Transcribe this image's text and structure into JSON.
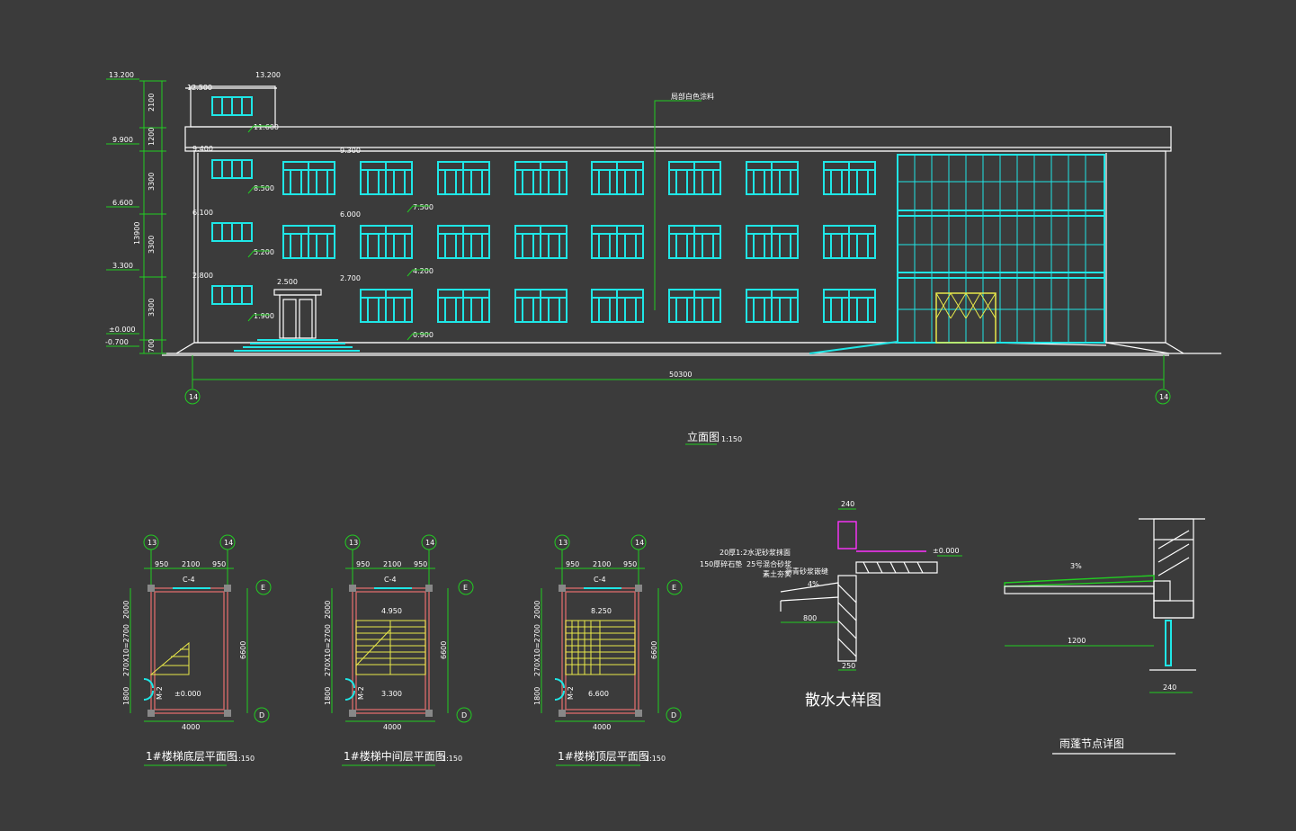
{
  "elevation": {
    "title": "立面图",
    "scale": "1:150",
    "overall_width": "50300",
    "axis_left": "14",
    "axis_right": "14",
    "note": "局部白色涂料",
    "levels_left": [
      "13.200",
      "9.900",
      "6.600",
      "3.300",
      "±0.000",
      "-0.700"
    ],
    "dims_left": [
      "2100",
      "1200",
      "3300",
      "13900",
      "3300",
      "3300",
      "700"
    ],
    "marks": [
      "12.500",
      "13.200",
      "11.600",
      "9.400",
      "9.300",
      "8.500",
      "7.500",
      "6.100",
      "6.000",
      "5.200",
      "4.200",
      "2.800",
      "2.700",
      "2.500",
      "1.900",
      "0.900"
    ]
  },
  "stair_plans": [
    {
      "title": "1#楼梯底层平面图",
      "scale": "1:150",
      "level": "±0.000",
      "axis_a": "13",
      "axis_b": "14",
      "axis_c": "E",
      "axis_d": "D",
      "dims_top": [
        "950",
        "2100",
        "950"
      ],
      "window": "C-4",
      "door": "M-2",
      "width": "4000",
      "depth": "6600",
      "dims_side": [
        "2000",
        "270X10=2700",
        "1800"
      ]
    },
    {
      "title": "1#楼梯中间层平面图",
      "scale": "1:150",
      "level": "3.300",
      "level_top": "4.950",
      "axis_a": "13",
      "axis_b": "14",
      "axis_c": "E",
      "axis_d": "D",
      "dims_top": [
        "950",
        "2100",
        "950"
      ],
      "window": "C-4",
      "door": "M-2",
      "width": "4000",
      "depth": "6600",
      "dims_side": [
        "2000",
        "270X10=2700",
        "1800"
      ]
    },
    {
      "title": "1#楼梯顶层平面图",
      "scale": "1:150",
      "level": "6.600",
      "level_top": "8.250",
      "axis_a": "13",
      "axis_b": "14",
      "axis_c": "E",
      "axis_d": "D",
      "dims_top": [
        "950",
        "2100",
        "950"
      ],
      "window": "C-4",
      "door": "M-2",
      "width": "4000",
      "depth": "6600",
      "dims_side": [
        "2000",
        "270X10=2700",
        "1800"
      ]
    }
  ],
  "apron_detail": {
    "title": "散水大样图",
    "wall": "240",
    "base": "250",
    "width": "800",
    "level": "±0.000",
    "slope": "4%",
    "notes": [
      "20厚1:2水泥砂浆抹面",
      "150厚碎石垫",
      "25号混合砂浆",
      "素土夯实",
      "沥青砂浆嵌缝"
    ]
  },
  "canopy_detail": {
    "title": "雨蓬节点详图",
    "length": "1200",
    "wall": "240",
    "slope": "3%"
  }
}
